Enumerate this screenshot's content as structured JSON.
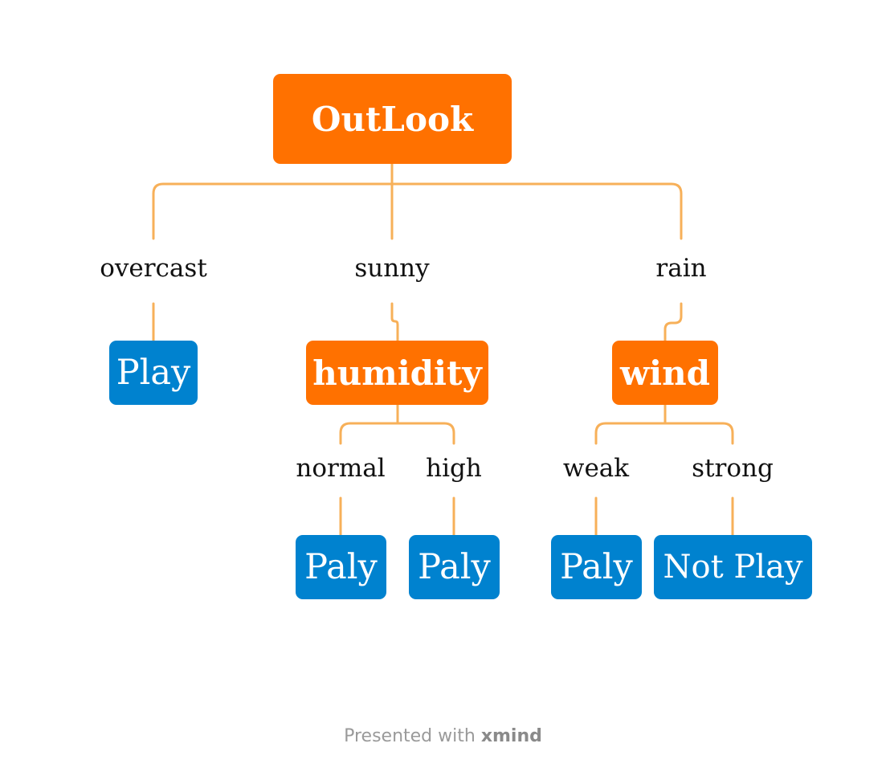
{
  "diagram": {
    "root": {
      "label": "OutLook"
    },
    "branches": [
      {
        "edge": "overcast",
        "result": "Play"
      },
      {
        "edge": "sunny",
        "node": "humidity",
        "children": [
          {
            "edge": "normal",
            "result": "Paly"
          },
          {
            "edge": "high",
            "result": "Paly"
          }
        ]
      },
      {
        "edge": "rain",
        "node": "wind",
        "children": [
          {
            "edge": "weak",
            "result": "Paly"
          },
          {
            "edge": "strong",
            "result": "Not Play"
          }
        ]
      }
    ]
  },
  "colors": {
    "decision_node": "#FF7100",
    "leaf_node": "#0082CF",
    "connector": "#F7B059"
  },
  "footer": {
    "prefix": "Presented with ",
    "brand": "xmind"
  }
}
